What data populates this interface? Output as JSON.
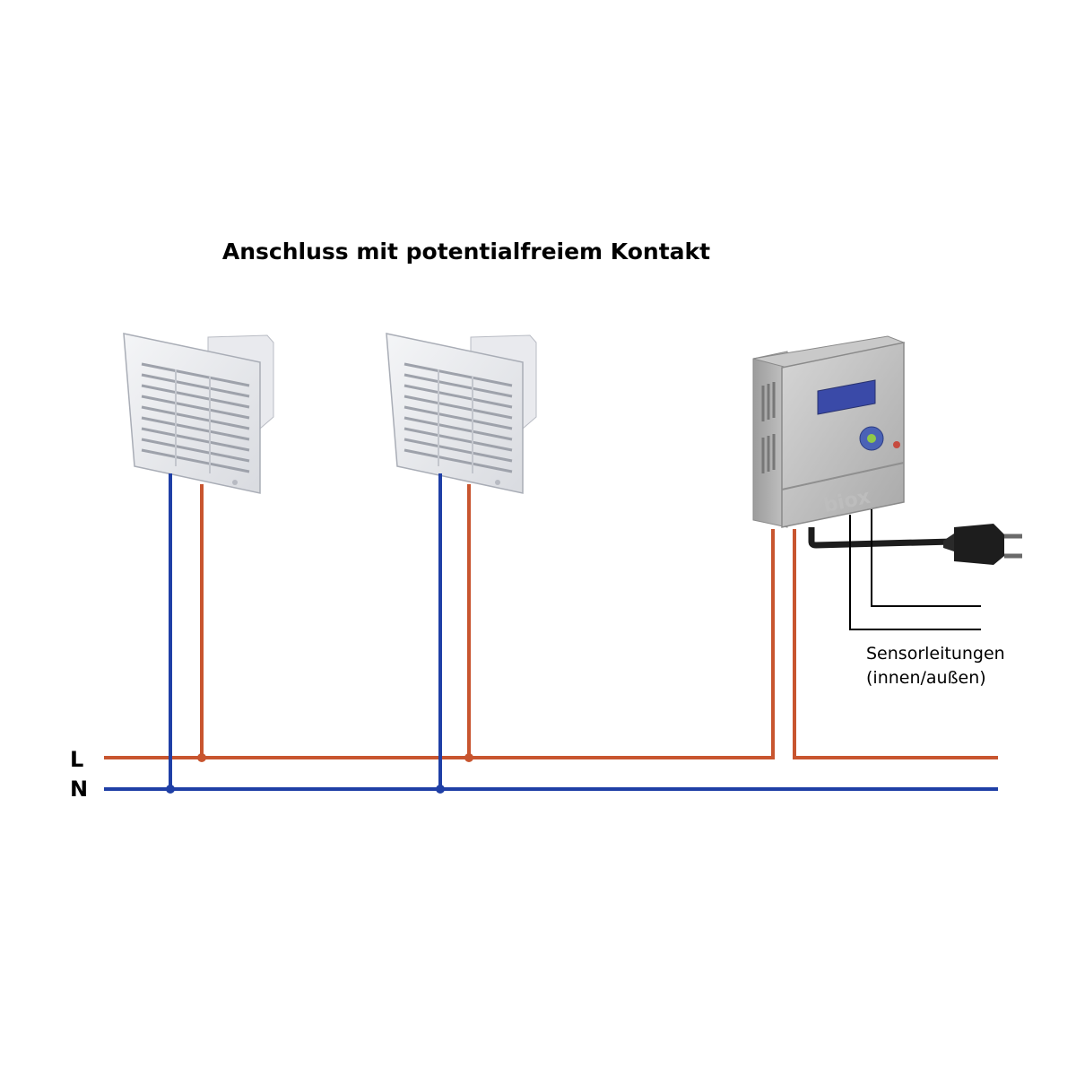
{
  "diagram": {
    "title": "Anschluss mit potentialfreiem Kontakt",
    "rails": {
      "live_label": "L",
      "neutral_label": "N"
    },
    "controller": {
      "brand": "biox"
    },
    "sensor_lines": {
      "line1": "Sensorleitungen",
      "line2": "(innen/außen)"
    },
    "colors": {
      "live": "#c8552f",
      "neutral": "#1f3fa6",
      "sensor": "#000000"
    }
  }
}
